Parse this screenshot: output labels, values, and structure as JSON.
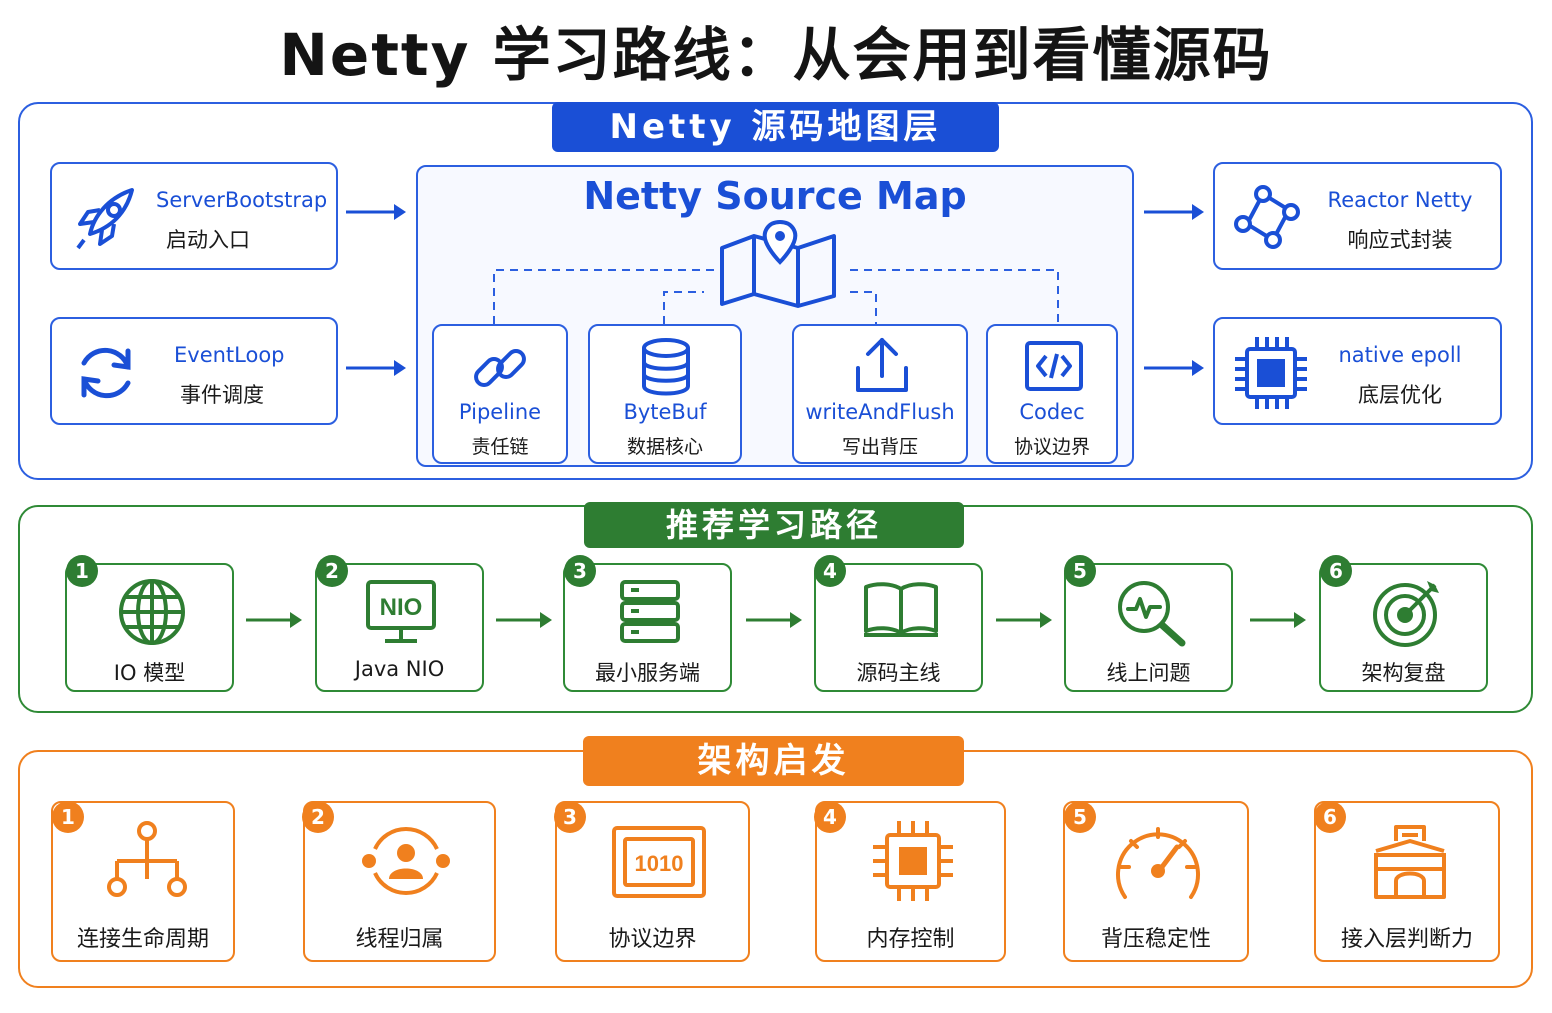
{
  "title": "Netty 学习路线：从会用到看懂源码",
  "colors": {
    "blue": "#1a4fd6",
    "green": "#2e7d32",
    "orange": "#f0801e"
  },
  "source_map": {
    "header": "Netty 源码地图层",
    "center_title": "Netty Source Map",
    "left": [
      {
        "icon": "rocket-icon",
        "title": "ServerBootstrap",
        "subtitle": "启动入口"
      },
      {
        "icon": "refresh-icon",
        "title": "EventLoop",
        "subtitle": "事件调度"
      }
    ],
    "right": [
      {
        "icon": "nodes-icon",
        "title": "Reactor Netty",
        "subtitle": "响应式封装"
      },
      {
        "icon": "chip-icon",
        "title": "native epoll",
        "subtitle": "底层优化"
      }
    ],
    "modules": [
      {
        "icon": "link-icon",
        "title": "Pipeline",
        "subtitle": "责任链"
      },
      {
        "icon": "database-icon",
        "title": "ByteBuf",
        "subtitle": "数据核心"
      },
      {
        "icon": "upload-icon",
        "title": "writeAndFlush",
        "subtitle": "写出背压"
      },
      {
        "icon": "code-icon",
        "title": "Codec",
        "subtitle": "协议边界"
      }
    ]
  },
  "path": {
    "header": "推荐学习路径",
    "steps": [
      {
        "num": "1",
        "icon": "globe-icon",
        "label": "IO 模型"
      },
      {
        "num": "2",
        "icon": "monitor-icon",
        "icon_text": "NIO",
        "label": "Java NIO"
      },
      {
        "num": "3",
        "icon": "server-icon",
        "label": "最小服务端"
      },
      {
        "num": "4",
        "icon": "book-icon",
        "label": "源码主线"
      },
      {
        "num": "5",
        "icon": "magnifier-pulse-icon",
        "label": "线上问题"
      },
      {
        "num": "6",
        "icon": "target-icon",
        "label": "架构复盘"
      }
    ]
  },
  "inspire": {
    "header": "架构启发",
    "items": [
      {
        "num": "1",
        "icon": "tree-icon",
        "label": "连接生命周期"
      },
      {
        "num": "2",
        "icon": "user-cycle-icon",
        "label": "线程归属"
      },
      {
        "num": "3",
        "icon": "binary-frame-icon",
        "icon_text": "1010",
        "label": "协议边界"
      },
      {
        "num": "4",
        "icon": "cpu-icon",
        "label": "内存控制"
      },
      {
        "num": "5",
        "icon": "gauge-icon",
        "label": "背压稳定性"
      },
      {
        "num": "6",
        "icon": "gateway-icon",
        "label": "接入层判断力"
      }
    ]
  }
}
